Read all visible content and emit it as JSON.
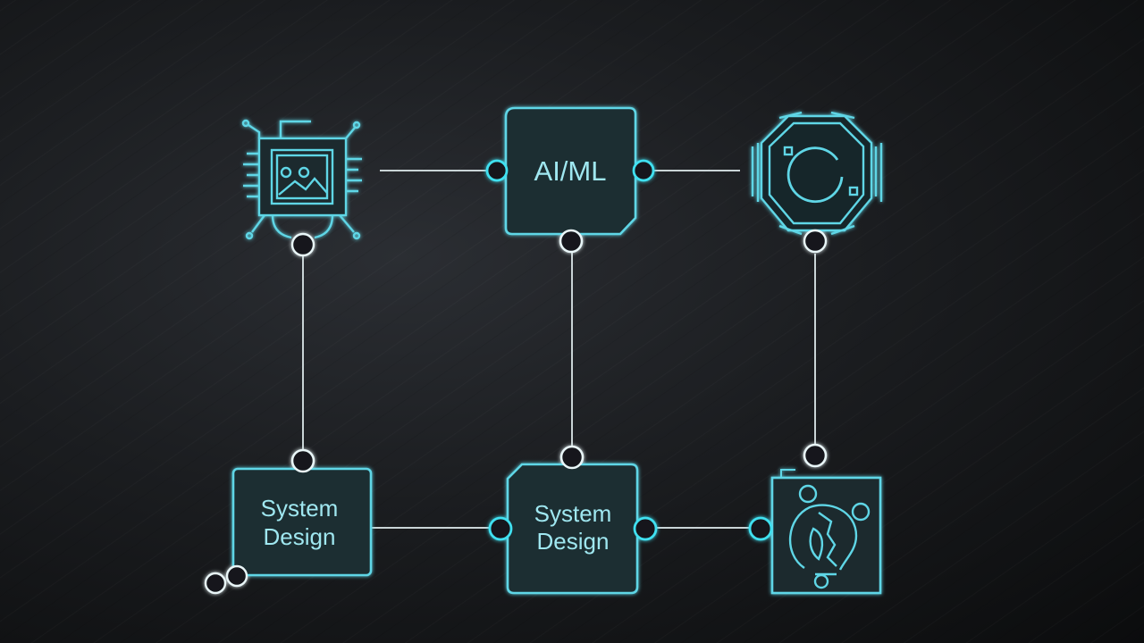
{
  "colors": {
    "accent": "#5fd6e6",
    "accent_bright": "#3fe0f0",
    "box_fill": "#1f2f33",
    "line": "#c9d4d6"
  },
  "nodes": {
    "image_chip": {
      "icon": "image-chip-icon"
    },
    "ai_ml": {
      "label": "AI/ML"
    },
    "ring_component": {
      "icon": "hexagon-ring-icon"
    },
    "system_design_left": {
      "line1": "System",
      "line2": "Design"
    },
    "system_design_center": {
      "line1": "System",
      "line2": "Design"
    },
    "bulb_box": {
      "icon": "lightbulb-icon"
    }
  },
  "connectors": [
    {
      "from": "image_chip",
      "to": "ai_ml"
    },
    {
      "from": "ai_ml",
      "to": "ring_component"
    },
    {
      "from": "image_chip",
      "to": "system_design_left"
    },
    {
      "from": "ai_ml",
      "to": "system_design_center"
    },
    {
      "from": "ring_component",
      "to": "bulb_box"
    },
    {
      "from": "system_design_left",
      "to": "system_design_center"
    },
    {
      "from": "system_design_center",
      "to": "bulb_box"
    }
  ]
}
